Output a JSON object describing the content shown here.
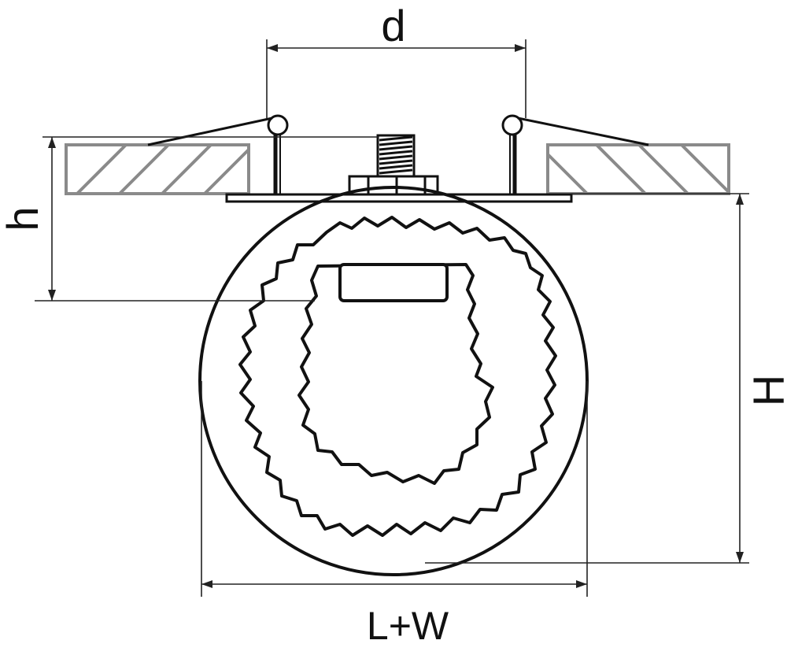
{
  "diagram": {
    "labels": {
      "d": "d",
      "h": "h",
      "H": "H",
      "lw": "L+W"
    },
    "colors": {
      "line": "#111111",
      "ceiling_hatch": "#8a8a8a",
      "dimension_line": "#222222"
    }
  }
}
